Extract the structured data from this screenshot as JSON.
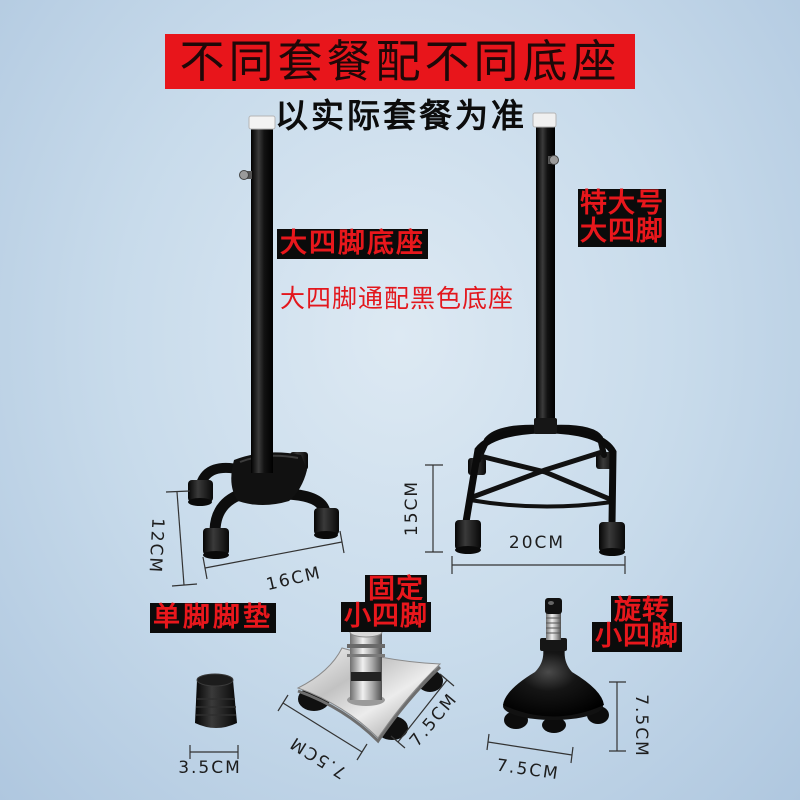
{
  "banner": {
    "title": "不同套餐配不同底座",
    "subtitle": "以实际套餐为准"
  },
  "labels": {
    "large_quad_base": "大四脚底座",
    "large_quad_note": "大四脚通配黑色底座",
    "extra_large_line1": "特大号",
    "extra_large_line2": "大四脚",
    "fixed_small_line1": "固定",
    "fixed_small_line2": "小四脚",
    "single_tip": "单脚脚垫",
    "rotating_small_line1": "旋转",
    "rotating_small_line2": "小四脚"
  },
  "dimensions": {
    "large_quad_depth": "12CM",
    "large_quad_width": "16CM",
    "extra_large_height": "15CM",
    "extra_large_width": "20CM",
    "single_tip_width": "3.5CM",
    "fixed_small_depth": "7.5CM",
    "fixed_small_width": "7.5CM",
    "rotating_small_width": "7.5CM",
    "rotating_small_height": "7.5CM"
  },
  "colors": {
    "banner_bg": "#e8151b",
    "label_text": "#e8171c",
    "label_bg": "#0b0b0b",
    "background": "#c8dbeb"
  }
}
